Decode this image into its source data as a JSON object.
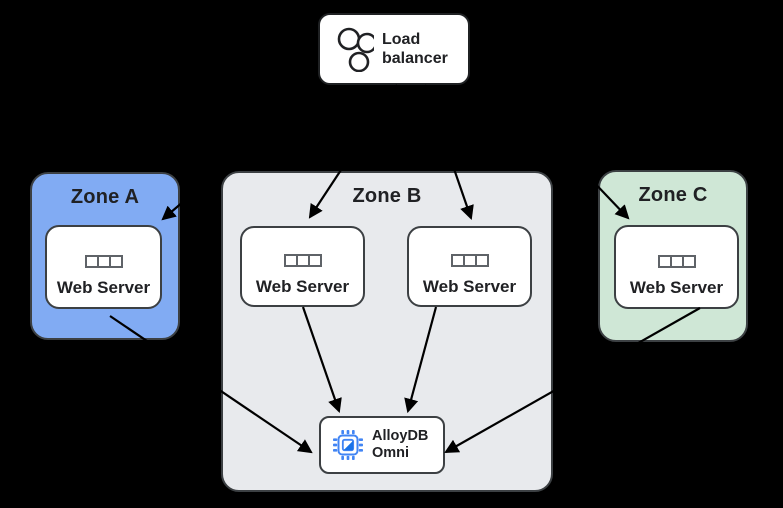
{
  "diagram": {
    "title_hint": "Load-balanced web tier across three zones writing to AlloyDB Omni",
    "background_color": "#000000",
    "arrow_color": "#000000",
    "nodes": {
      "load_balancer": {
        "label": "Load balancer",
        "icon": "load-balancer-circles-icon"
      },
      "web_server_label": "Web Server",
      "alloydb": {
        "label": "AlloyDB Omni",
        "icon": "chip-icon",
        "accent_color": "#4285f4"
      }
    },
    "zones": [
      {
        "id": "zone-a",
        "title": "Zone A",
        "fill": "#81abf3",
        "web_servers": 1
      },
      {
        "id": "zone-b",
        "title": "Zone B",
        "fill": "#e8eaed",
        "web_servers": 2,
        "contains_database": true
      },
      {
        "id": "zone-c",
        "title": "Zone C",
        "fill": "#cfe7d6",
        "web_servers": 1
      }
    ],
    "edges": [
      {
        "from": "load-balancer",
        "to": "web-server-zone-a"
      },
      {
        "from": "load-balancer",
        "to": "web-server-zone-b-1"
      },
      {
        "from": "load-balancer",
        "to": "web-server-zone-b-2"
      },
      {
        "from": "load-balancer",
        "to": "web-server-zone-c"
      },
      {
        "from": "web-server-zone-a",
        "to": "alloydb-omni"
      },
      {
        "from": "web-server-zone-b-1",
        "to": "alloydb-omni"
      },
      {
        "from": "web-server-zone-b-2",
        "to": "alloydb-omni"
      },
      {
        "from": "web-server-zone-c",
        "to": "alloydb-omni"
      }
    ],
    "border_color": "#3c4043"
  }
}
